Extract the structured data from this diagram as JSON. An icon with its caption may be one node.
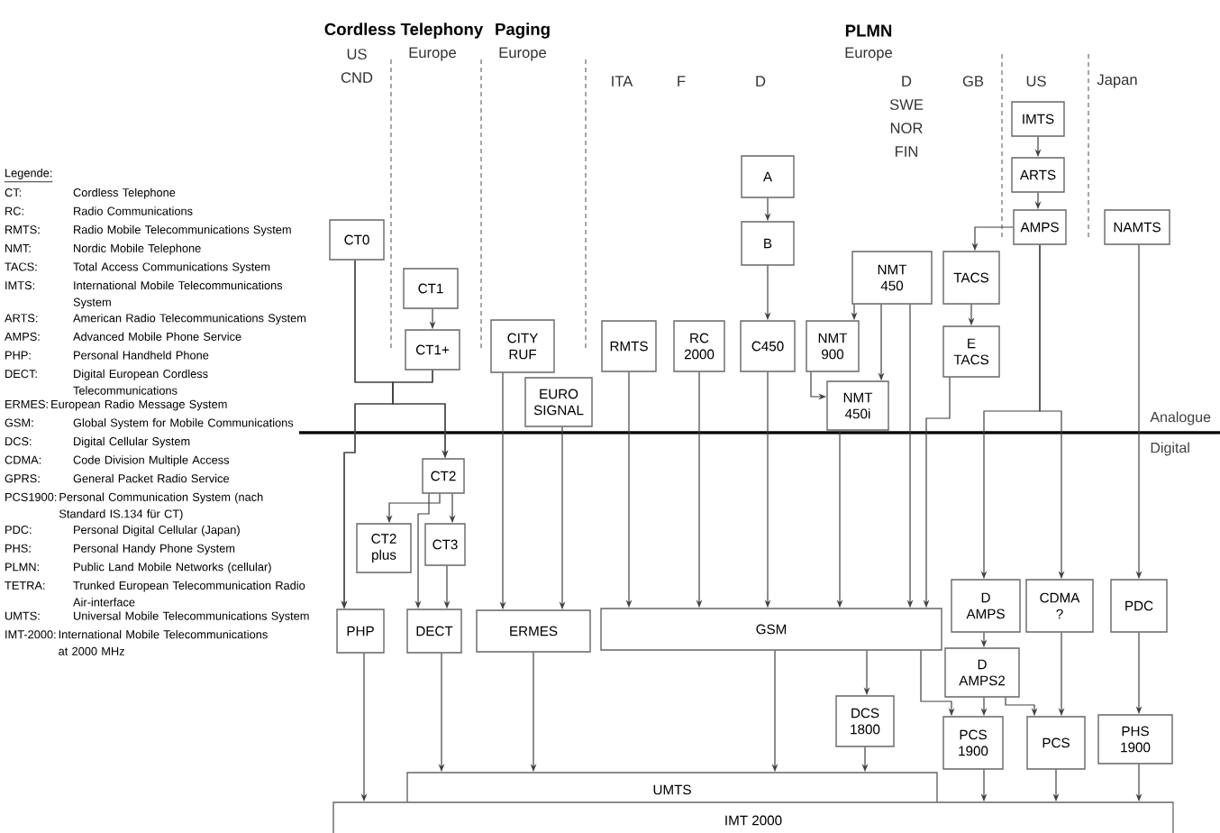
{
  "diagram": {
    "nodes": [
      {
        "text": [
          "IMTS"
        ]
      },
      {
        "text": [
          "A"
        ]
      },
      {
        "text": [
          "ARTS"
        ]
      },
      {
        "text": [
          "AMPS"
        ]
      },
      {
        "text": [
          "NAMTS"
        ]
      },
      {
        "text": [
          "CT0"
        ]
      },
      {
        "text": [
          "B"
        ]
      },
      {
        "text": [
          "NMT 450"
        ]
      },
      {
        "text": [
          "TACS"
        ]
      },
      {
        "text": [
          "CT1"
        ]
      },
      {
        "text": [
          "CITY RUF"
        ]
      },
      {
        "text": [
          "RMTS"
        ]
      },
      {
        "text": [
          "RC 2000"
        ]
      },
      {
        "text": [
          "C450"
        ]
      },
      {
        "text": [
          "NMT 900"
        ]
      },
      {
        "text": [
          "CT1+"
        ]
      },
      {
        "text": [
          "E TACS"
        ]
      },
      {
        "text": [
          "EURO SIGNAL"
        ]
      },
      {
        "text": [
          "NMT 450i"
        ]
      },
      {
        "text": [
          "CT2"
        ]
      },
      {
        "text": [
          "CT3"
        ]
      },
      {
        "text": [
          "CT2 plus"
        ]
      },
      {
        "text": [
          "D AMPS"
        ]
      },
      {
        "text": [
          "CDMA ?"
        ]
      },
      {
        "text": [
          "PDC"
        ]
      },
      {
        "text": [
          "PHP"
        ]
      },
      {
        "text": [
          "DECT"
        ]
      },
      {
        "text": [
          "ERMES"
        ]
      },
      {
        "text": [
          "GSM"
        ]
      },
      {
        "text": [
          "D AMPS2"
        ]
      },
      {
        "text": [
          "DCS 1800"
        ]
      },
      {
        "text": [
          "PCS 1900"
        ]
      },
      {
        "text": [
          "PCS"
        ]
      },
      {
        "text": [
          "PHS 1900"
        ]
      },
      {
        "text": [
          "UMTS"
        ]
      },
      {
        "text": [
          "IMT 2000"
        ]
      }
    ],
    "edges": [
      {
        "from": 0,
        "to": 2,
        "arrow": "to"
      },
      {
        "from": 2,
        "to": 3,
        "arrow": "to"
      },
      {
        "from": 1,
        "to": 6,
        "arrow": "to"
      },
      {
        "from": 3,
        "to": 8,
        "arrow": "to"
      },
      {
        "from": 6,
        "to": 13,
        "arrow": "to"
      },
      {
        "from": 7,
        "to": 14,
        "arrow": "to"
      },
      {
        "from": 7,
        "to": 18,
        "arrow": "to"
      },
      {
        "from": 14,
        "to": 18,
        "arrow": "to"
      },
      {
        "from": 8,
        "to": 16,
        "arrow": "to"
      },
      {
        "from": 9,
        "to": 15,
        "arrow": "to"
      },
      {
        "from": 5,
        "to": 25,
        "arrow": "to"
      },
      {
        "from": 5,
        "to": 19,
        "arrow": "to"
      },
      {
        "from": 15,
        "to": 25,
        "arrow": "to"
      },
      {
        "from": 15,
        "to": 19,
        "arrow": "to"
      },
      {
        "from": 19,
        "to": 21,
        "arrow": "to"
      },
      {
        "from": 19,
        "to": 20,
        "arrow": "to"
      },
      {
        "from": 19,
        "to": 26,
        "arrow": "to"
      },
      {
        "from": 20,
        "to": 26,
        "arrow": "to"
      },
      {
        "from": 10,
        "to": 27,
        "arrow": "to"
      },
      {
        "from": 17,
        "to": 27,
        "arrow": "to"
      },
      {
        "from": 11,
        "to": 28,
        "arrow": "to"
      },
      {
        "from": 12,
        "to": 28,
        "arrow": "to"
      },
      {
        "from": 13,
        "to": 28,
        "arrow": "to"
      },
      {
        "from": 18,
        "to": 28,
        "arrow": "to"
      },
      {
        "from": 7,
        "to": 28,
        "arrow": "to"
      },
      {
        "from": 16,
        "to": 28,
        "arrow": "to"
      },
      {
        "from": 3,
        "to": 22,
        "arrow": "to"
      },
      {
        "from": 3,
        "to": 23,
        "arrow": "to"
      },
      {
        "from": 4,
        "to": 24,
        "arrow": "to"
      },
      {
        "from": 22,
        "to": 29,
        "arrow": "to"
      },
      {
        "from": 28,
        "to": 34,
        "arrow": "to"
      },
      {
        "from": 28,
        "to": 30,
        "arrow": "to"
      },
      {
        "from": 28,
        "to": 31,
        "arrow": "to"
      },
      {
        "from": 29,
        "to": 31,
        "arrow": "to"
      },
      {
        "from": 29,
        "to": 32,
        "arrow": "to"
      },
      {
        "from": 23,
        "to": 32,
        "arrow": "to"
      },
      {
        "from": 24,
        "to": 33,
        "arrow": "to"
      },
      {
        "from": 25,
        "to": 35,
        "arrow": "to"
      },
      {
        "from": 26,
        "to": 34,
        "arrow": "to"
      },
      {
        "from": 27,
        "to": 34,
        "arrow": "to"
      },
      {
        "from": 30,
        "to": 34,
        "arrow": "to"
      },
      {
        "from": 31,
        "to": 35,
        "arrow": "to"
      },
      {
        "from": 32,
        "to": 35,
        "arrow": "to"
      },
      {
        "from": 33,
        "to": 35,
        "arrow": "to"
      }
    ],
    "labels": [
      "Cordless Telephony",
      "Paging",
      "PLMN",
      "US CND",
      "Europe",
      "Europe",
      "Europe",
      "ITA",
      "F",
      "D",
      "D SWE NOR FIN",
      "GB",
      "US",
      "Japan",
      "Legende:",
      "CT:",
      "Cordless Telephone",
      "RC:",
      "Radio Communications",
      "RMTS:",
      "Radio Mobile Telecommunications System",
      "NMT:",
      "Nordic Mobile Telephone",
      "TACS:",
      "Total Access Communications System",
      "IMTS:",
      "International Mobile Telecommunications System",
      "ARTS:",
      "American Radio Telecommunications System",
      "AMPS:",
      "Advanced Mobile Phone Service",
      "PHP:",
      "Personal Handheld Phone",
      "DECT:",
      "Digital European Cordless Telecommunications",
      "ERMES:",
      "European Radio Message System",
      "GSM:",
      "Global System for Mobile Communications",
      "DCS:",
      "Digital Cellular System",
      "CDMA:",
      "Code Division Multiple Access",
      "GPRS:",
      "General Packet Radio Service",
      "PCS1900:",
      "Personal Communication System (nach Standard IS.134 für CT)",
      "PDC:",
      "Personal Digital Cellular (Japan)",
      "PHS:",
      "Personal Handy Phone System",
      "PLMN:",
      "Public Land Mobile Networks (cellular)",
      "TETRA:",
      "Trunked European Telecommunication Radio Air-interface",
      "UMTS:",
      "Universal Mobile Telecommunications System",
      "IMT-2000:",
      "International Mobile Telecommunications at 2000 MHz",
      "Analogue",
      "Digital"
    ]
  }
}
